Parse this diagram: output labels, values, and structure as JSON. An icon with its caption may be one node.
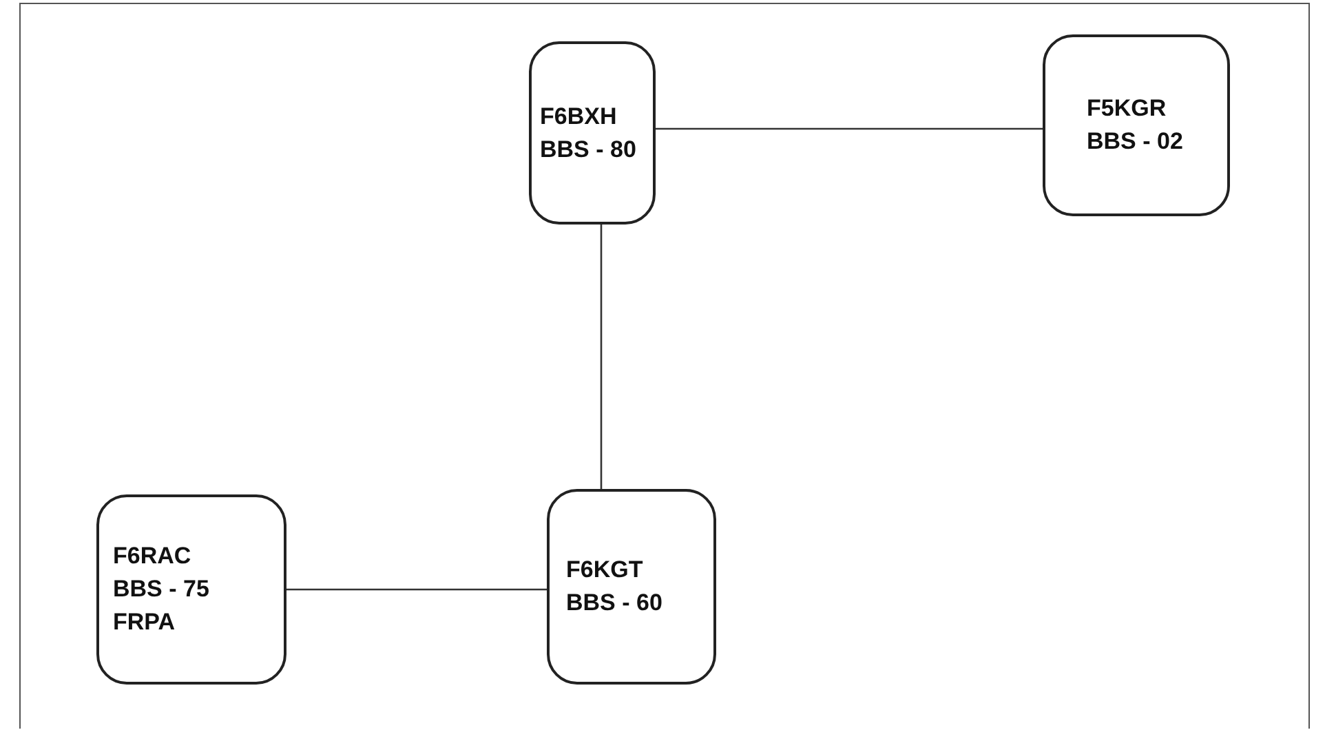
{
  "diagram": {
    "nodes": [
      {
        "text": [
          "F6BXH",
          "BBS - 80"
        ]
      },
      {
        "text": [
          "F5KGR",
          "BBS - 02"
        ]
      },
      {
        "text": [
          "F6KGT",
          "BBS - 60"
        ]
      },
      {
        "text": [
          "F6RAC",
          "BBS - 75",
          "FRPA"
        ]
      }
    ],
    "edges": [
      {
        "from": 0,
        "to": 1,
        "arrow": "none"
      },
      {
        "from": 0,
        "to": 2,
        "arrow": "none"
      },
      {
        "from": 3,
        "to": 2,
        "arrow": "none"
      }
    ]
  }
}
